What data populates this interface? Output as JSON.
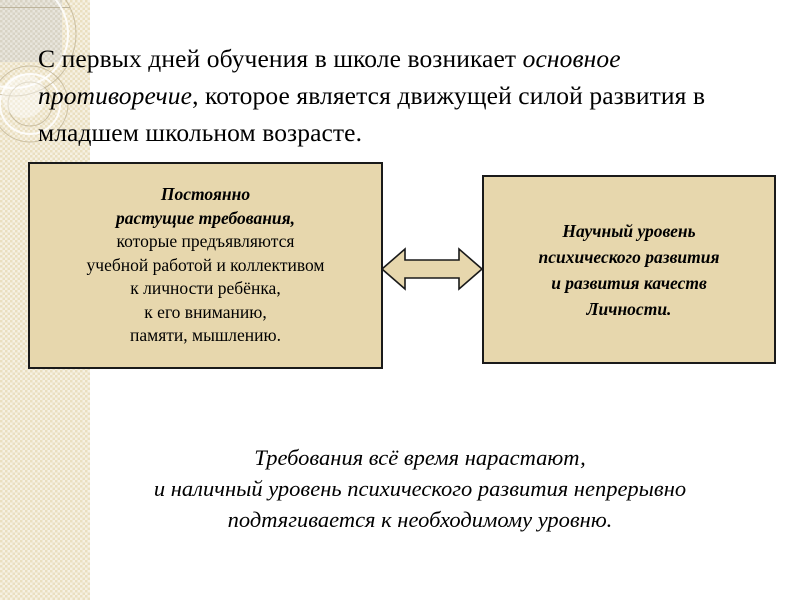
{
  "slide": {
    "title": {
      "parts": [
        {
          "text": "С первых дней обучения в школе возникает ",
          "italic": false
        },
        {
          "text": "основное противоречие",
          "italic": true
        },
        {
          "text": ", которое является движущей силой развития в младшем школьном возрасте.",
          "italic": false
        }
      ],
      "plain": "С первых дней обучения в школе возникает основное противоречие, которое является движущей силой развития в младшем школьном возрасте."
    },
    "left_box": {
      "lines": [
        {
          "text": "Постоянно",
          "emphasis": true
        },
        {
          "text": "растущие  требования,",
          "emphasis": true
        },
        {
          "text": "которые предъявляются",
          "emphasis": false
        },
        {
          "text": "учебной работой и коллективом",
          "emphasis": false
        },
        {
          "text": "к личности ребёнка,",
          "emphasis": false
        },
        {
          "text": "к его вниманию,",
          "emphasis": false
        },
        {
          "text": "памяти, мышлению.",
          "emphasis": false
        }
      ]
    },
    "right_box": {
      "lines": [
        {
          "text": "Научный уровень",
          "emphasis": true
        },
        {
          "text": "психического развития",
          "emphasis": true
        },
        {
          "text": "и развития качеств",
          "emphasis": true
        },
        {
          "text": "Личности.",
          "emphasis": true
        }
      ]
    },
    "connector": {
      "icon": "double-headed-arrow",
      "fill": "#e7d7ad",
      "stroke": "#1a1a1a"
    },
    "caption": {
      "lines": [
        "Требования всё время нарастают,",
        "и наличный уровень психического развития непрерывно",
        "подтягивается к необходимому уровню."
      ]
    },
    "colors": {
      "background": "#ffffff",
      "band": "#eadfc0",
      "band_edge": "#cbbf9c",
      "corner_block": "#d8d3c4",
      "box_fill": "#e7d7ad",
      "box_border": "#1a1a1a",
      "text": "#000000"
    }
  }
}
